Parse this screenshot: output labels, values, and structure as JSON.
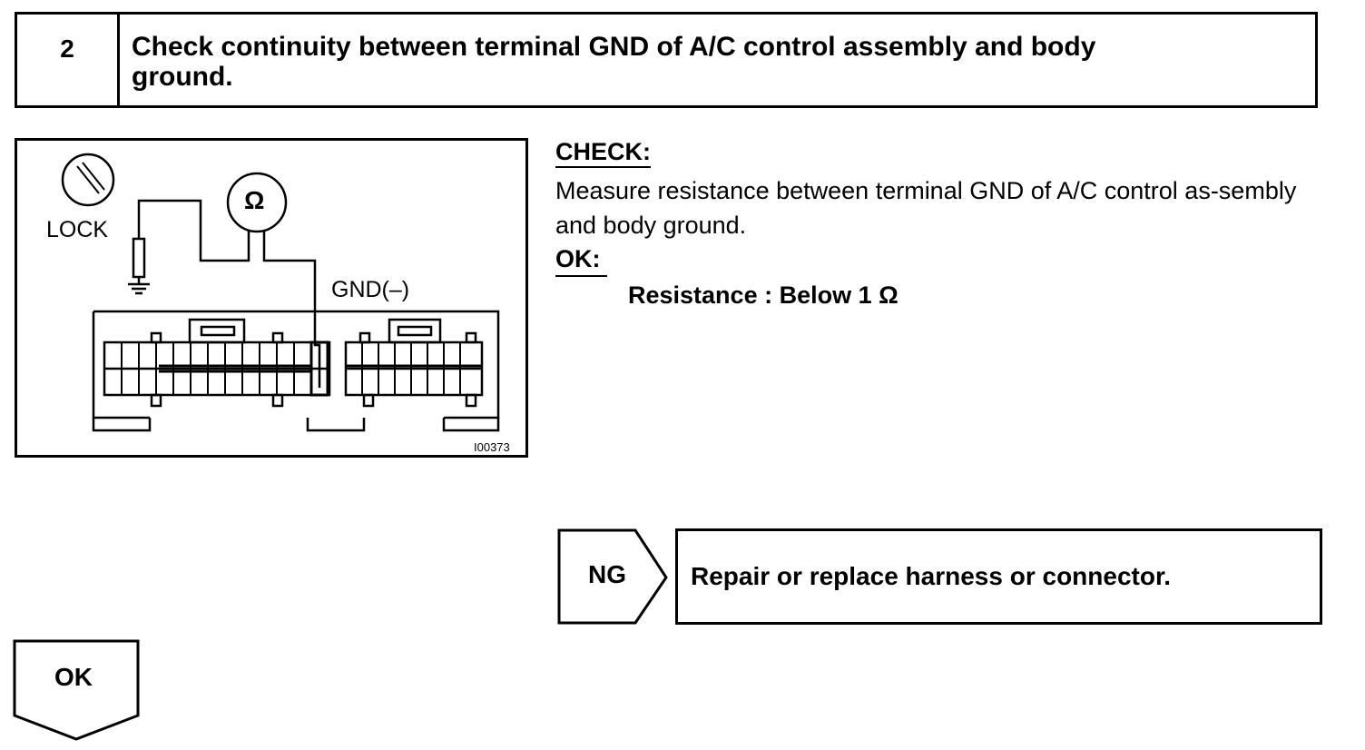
{
  "step": {
    "number": "2",
    "title_line1": "Check continuity between terminal GND of A/C control assembly and body",
    "title_line2": "ground."
  },
  "figure": {
    "lock_label": "LOCK",
    "meter_symbol": "Ω",
    "gnd_label": "GND(–)",
    "figure_code": "I00373"
  },
  "check": {
    "label": "CHECK:",
    "text": "Measure resistance between terminal GND of A/C control as-sembly and body ground."
  },
  "ok": {
    "label": "OK:",
    "value": "Resistance : Below 1 Ω"
  },
  "ng": {
    "label": "NG",
    "action": "Repair or replace harness or connector."
  },
  "next": {
    "label": "OK"
  }
}
